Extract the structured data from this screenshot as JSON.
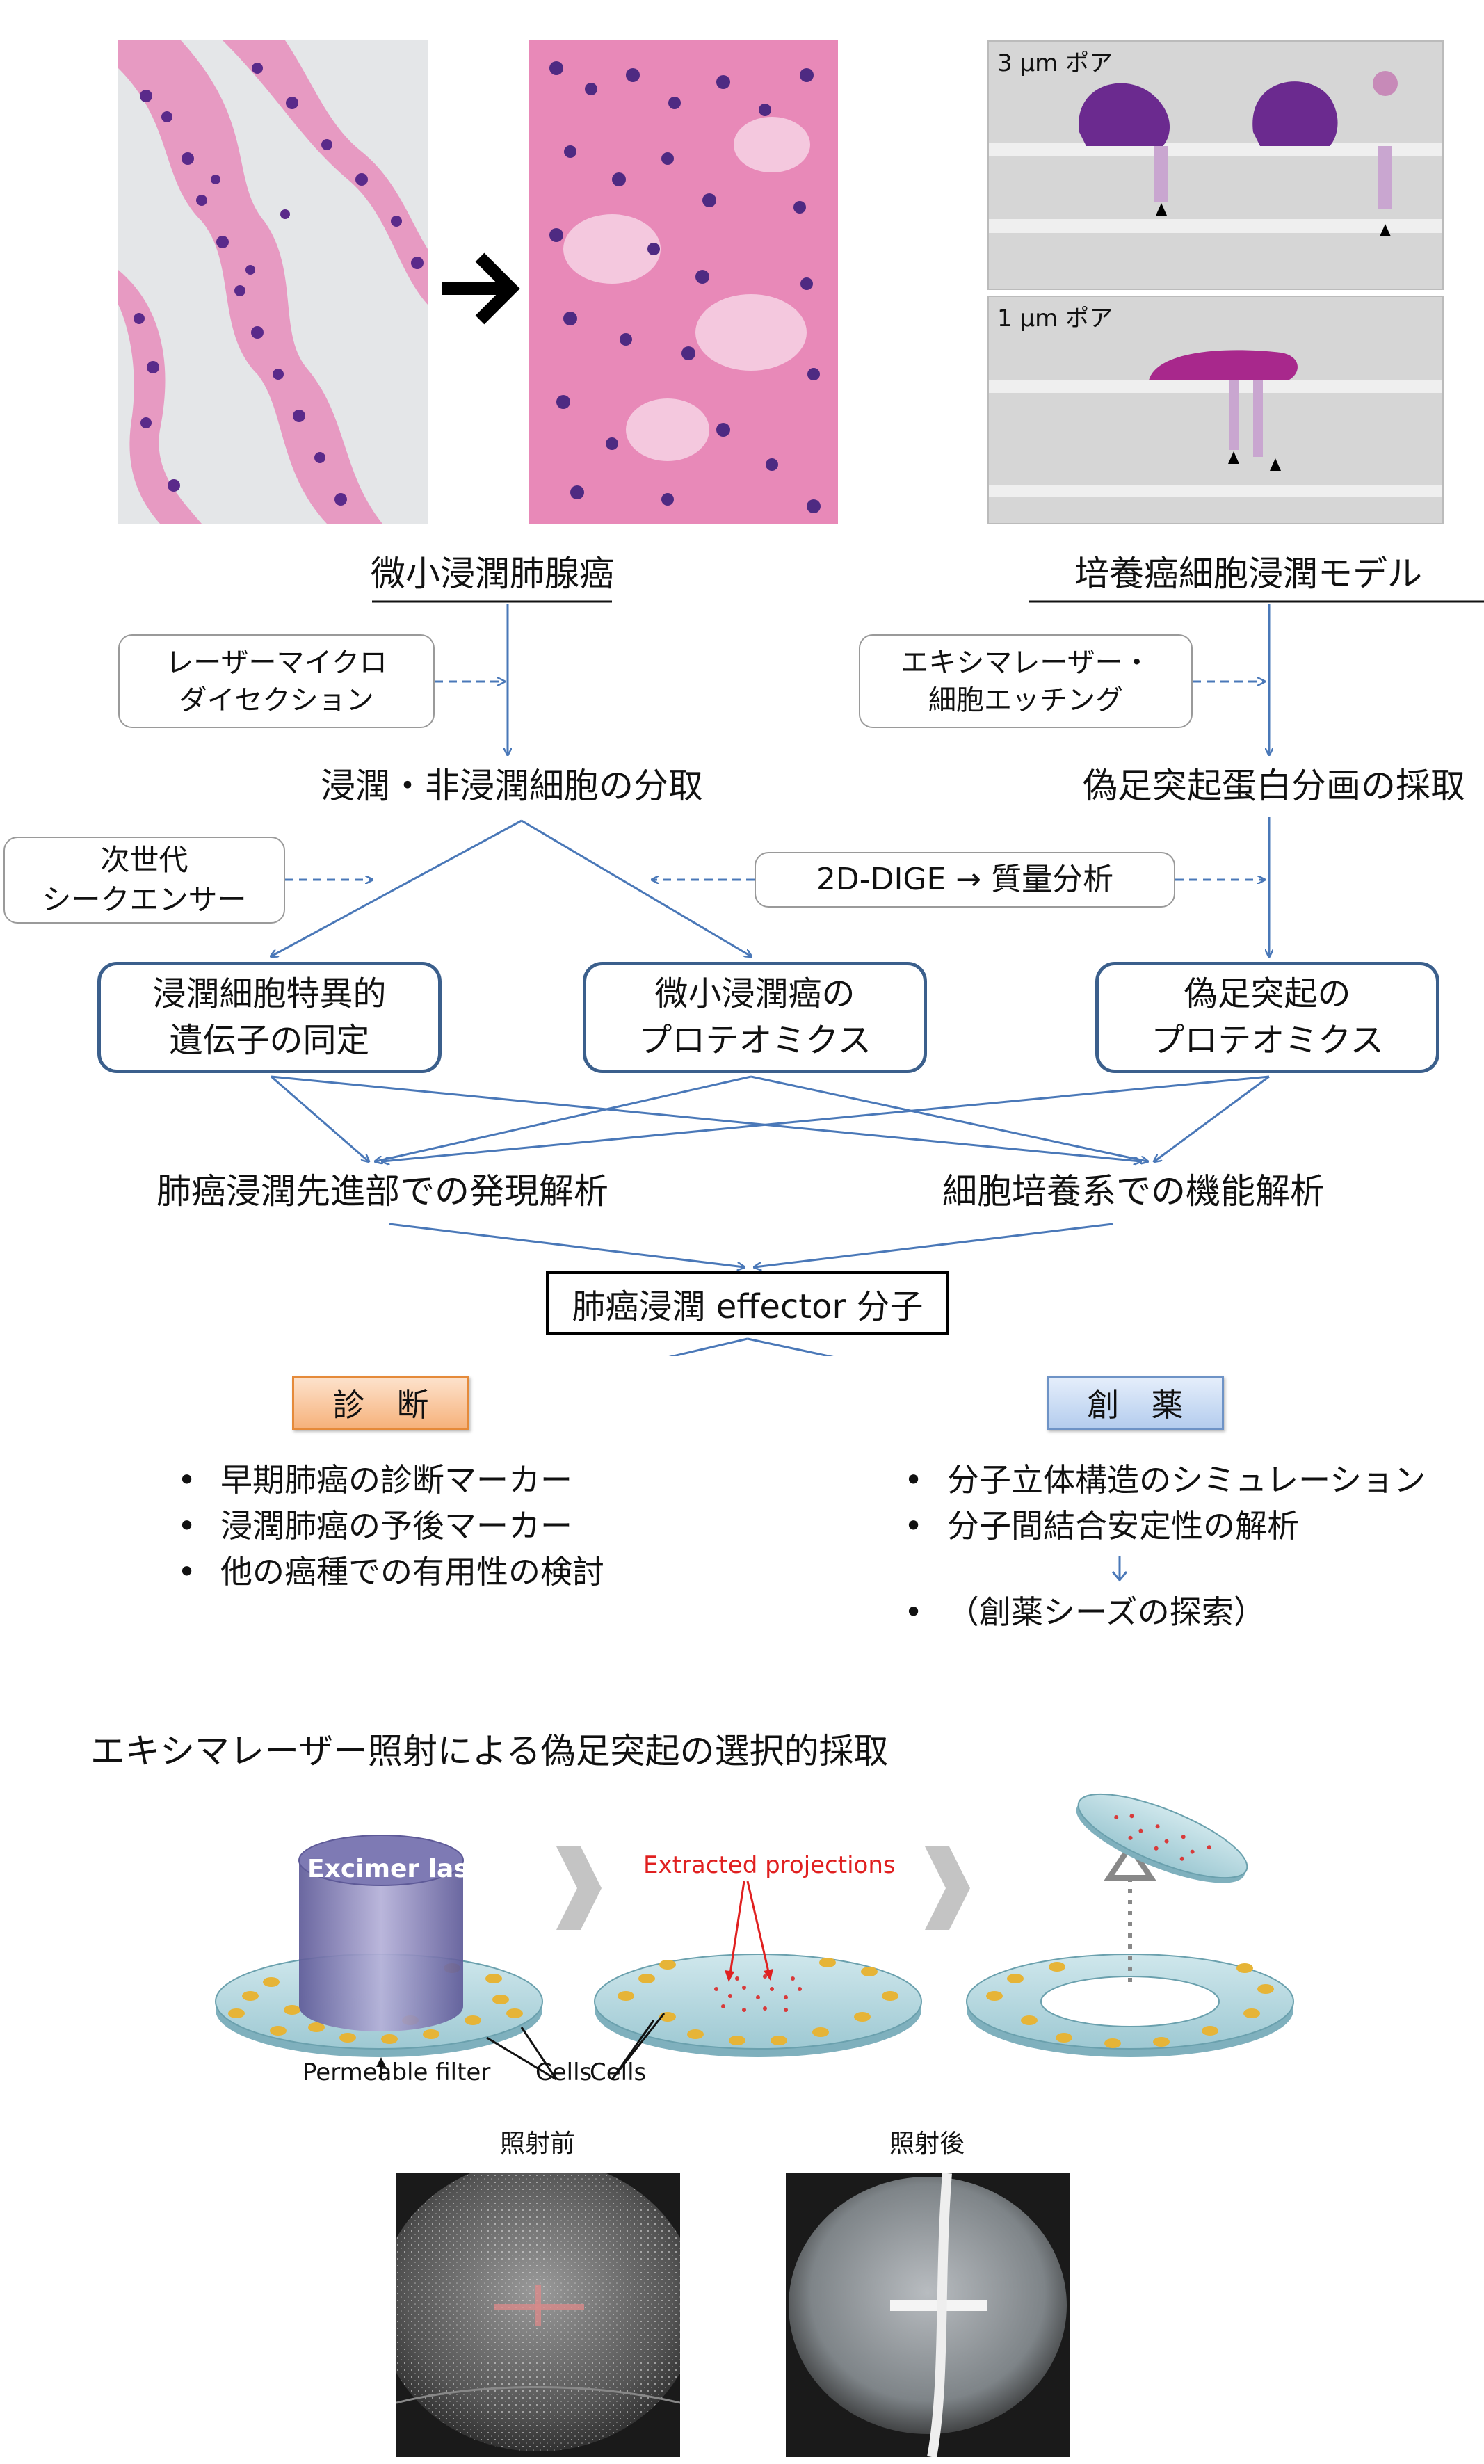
{
  "top_right_panels": {
    "pore_3um": "3 µm ポア",
    "pore_1um": "1 µm ポア"
  },
  "flow": {
    "left_title": "微小浸潤肺腺癌",
    "right_title": "培養癌細胞浸潤モデル",
    "laser_micro_box": [
      "レーザーマイクロ",
      "ダイセクション"
    ],
    "excimer_box": [
      "エキシマレーザー・",
      "細胞エッチング"
    ],
    "left_step": "浸潤・非浸潤細胞の分取",
    "right_step": "偽足突起蛋白分画の採取",
    "ngs_box": [
      "次世代",
      "シークエンサー"
    ],
    "dige_box": "2D-DIGE → 質量分析",
    "box_gene": [
      "浸潤細胞特異的",
      "遺伝子の同定"
    ],
    "box_proteomics_cancer": [
      "微小浸潤癌の",
      "プロテオミクス"
    ],
    "box_proteomics_pseudopod": [
      "偽足突起の",
      "プロテオミクス"
    ],
    "expression_analysis": "肺癌浸潤先進部での発現解析",
    "functional_analysis": "細胞培養系での機能解析",
    "effector": "肺癌浸潤 effector 分子",
    "diagnosis_label": "診　断",
    "drug_label": "創　薬",
    "diagnosis_items": [
      "早期肺癌の診断マーカー",
      "浸潤肺癌の予後マーカー",
      "他の癌種での有用性の検討"
    ],
    "drug_items": [
      "分子立体構造のシミュレーション",
      "分子間結合安定性の解析"
    ],
    "drug_result": "（創薬シーズの探索）"
  },
  "excimer_section": {
    "title": "エキシマレーザー照射による偽足突起の選択的採取",
    "laser_label": "Excimer laser",
    "extracted_label": "Extracted projections",
    "filter_label": "Permeable filter",
    "cells_label_1": "Cells",
    "cells_label_2": "Cells",
    "before_label": "照射前",
    "after_label": "照射後"
  },
  "colors": {
    "box_border": "#3b5f8c",
    "arrow": "#4a78b8",
    "diagnosis_fill": "#f9c79b",
    "diagnosis_border": "#e58a3a",
    "drug_fill": "#c9dcf5",
    "drug_border": "#6e93c6",
    "tissue_pink": "#e58ab8",
    "nucleus_purple": "#5a2a8a",
    "laser_purple": "#8a86b8",
    "extract_red": "#e02020"
  }
}
